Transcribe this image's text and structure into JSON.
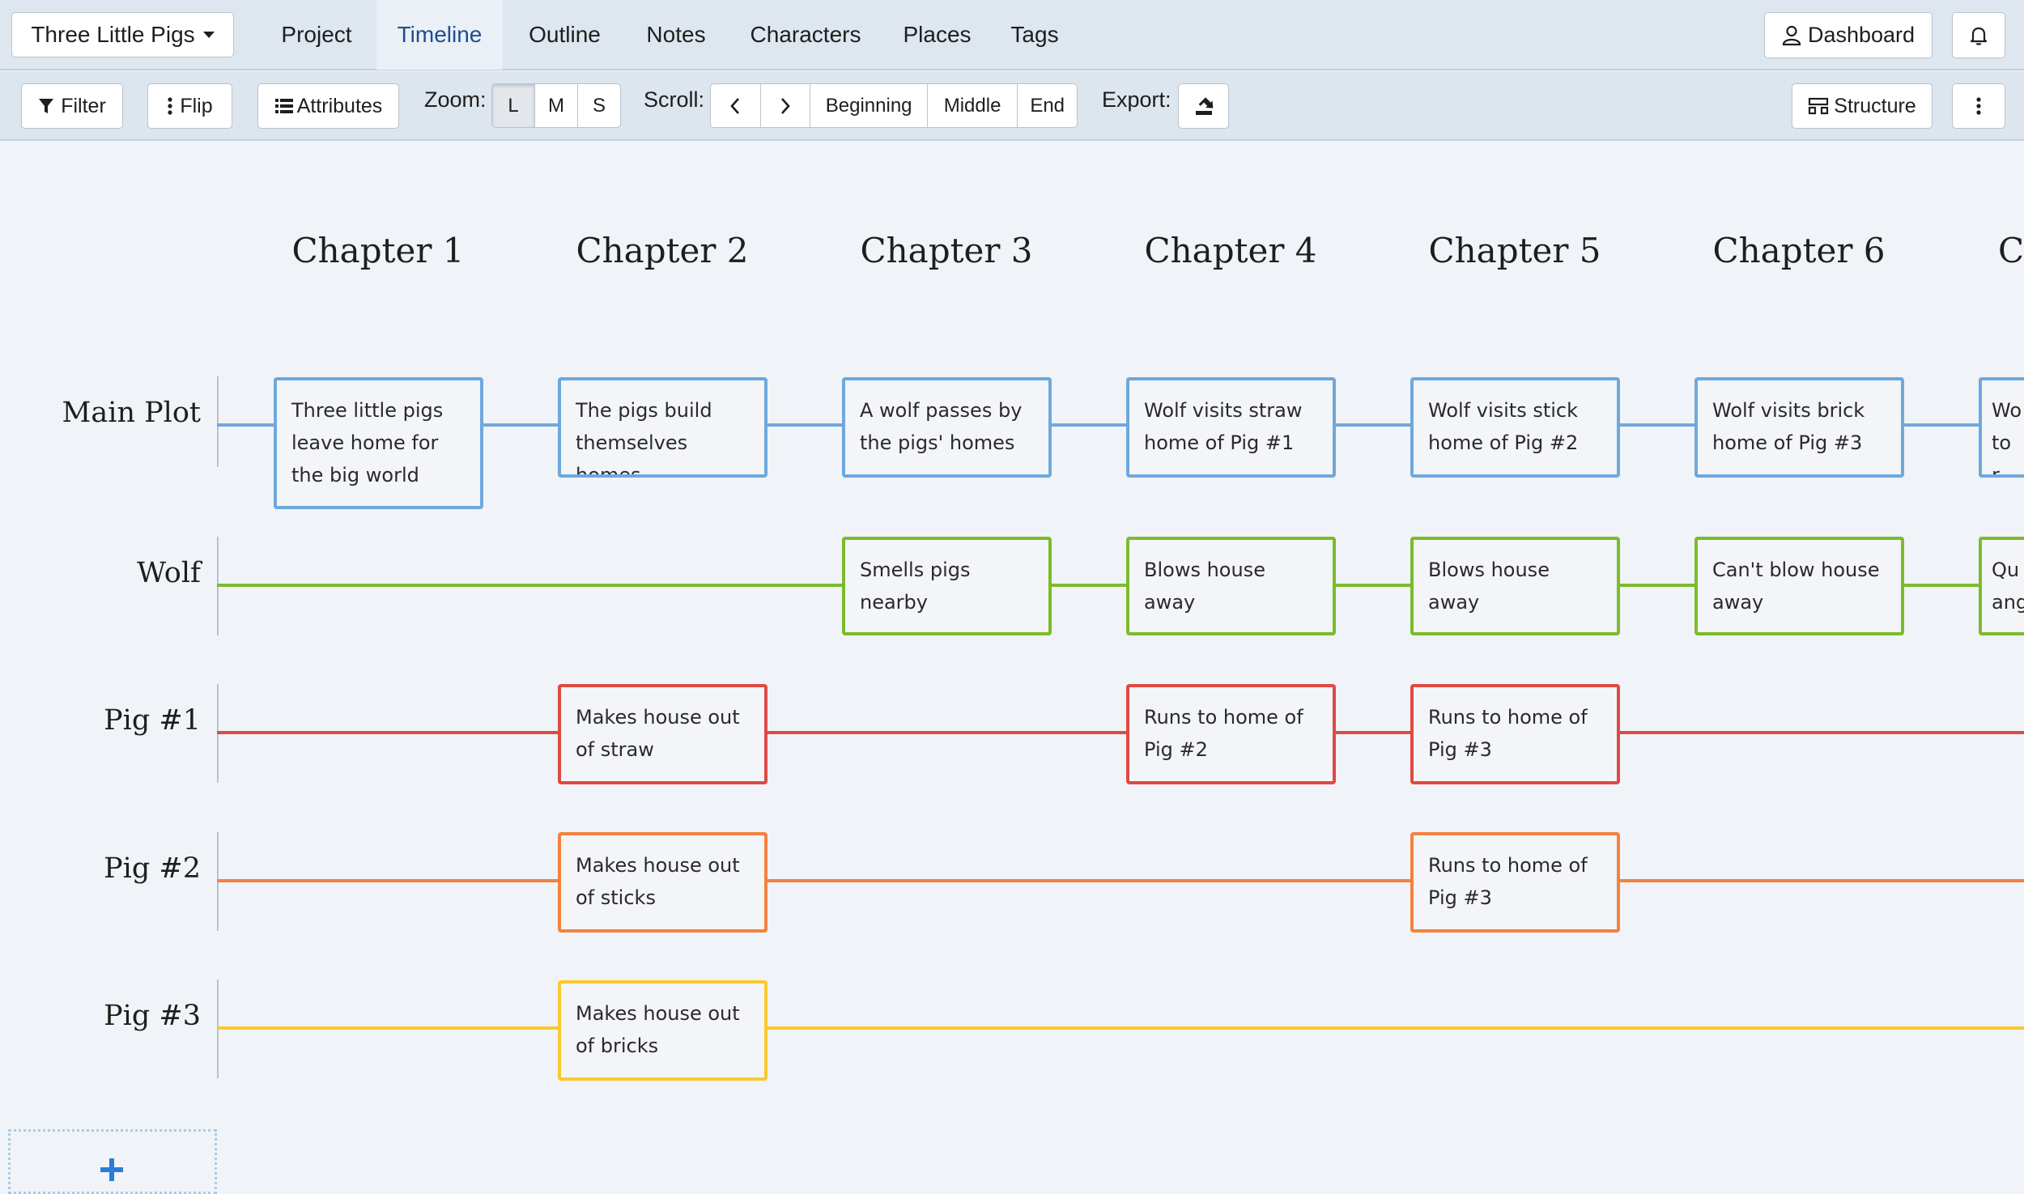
{
  "topnav": {
    "project_name": "Three Little Pigs",
    "tabs": [
      {
        "label": "Project"
      },
      {
        "label": "Timeline",
        "active": true
      },
      {
        "label": "Outline"
      },
      {
        "label": "Notes"
      },
      {
        "label": "Characters"
      },
      {
        "label": "Places"
      },
      {
        "label": "Tags"
      }
    ],
    "dashboard_label": "Dashboard",
    "icons": {
      "dashboard": "user-icon",
      "notifications": "bell-icon"
    }
  },
  "toolbar": {
    "filter_label": "Filter",
    "flip_label": "Flip",
    "attributes_label": "Attributes",
    "zoom_label": "Zoom:",
    "zoom_options": [
      "L",
      "M",
      "S"
    ],
    "zoom_selected": "L",
    "scroll_label": "Scroll:",
    "scroll_beginning": "Beginning",
    "scroll_middle": "Middle",
    "scroll_end": "End",
    "export_label": "Export:",
    "structure_label": "Structure",
    "icons": {
      "filter": "filter-icon",
      "flip": "vertical-dots-icon",
      "attributes": "list-icon",
      "scroll_prev": "chevron-left-icon",
      "scroll_next": "chevron-right-icon",
      "export": "export-icon",
      "structure": "structure-icon",
      "more": "more-icon"
    }
  },
  "timeline": {
    "chapters": [
      "Chapter 1",
      "Chapter 2",
      "Chapter 3",
      "Chapter 4",
      "Chapter 5",
      "Chapter 6",
      "C"
    ],
    "lanes": [
      {
        "name": "Main Plot",
        "color": "#6fa8dc",
        "cards": [
          {
            "text": "Three little pigs leave home for the big world"
          },
          {
            "text": "The pigs build themselves homes"
          },
          {
            "text": "A wolf passes by the pigs' homes"
          },
          {
            "text": "Wolf visits straw home of Pig #1"
          },
          {
            "text": "Wolf visits stick home of Pig #2"
          },
          {
            "text": "Wolf visits brick home of Pig #3"
          },
          {
            "text": "Wo to r"
          }
        ]
      },
      {
        "name": "Wolf",
        "color": "#7cbb2c",
        "cards": [
          {
            "text": "Smells pigs nearby"
          },
          {
            "text": "Blows house away"
          },
          {
            "text": "Blows house away"
          },
          {
            "text": "Can't blow house away"
          },
          {
            "text": "Qu ang"
          }
        ]
      },
      {
        "name": "Pig #1",
        "color": "#de4a44",
        "cards": [
          {
            "text": "Makes house out of straw"
          },
          {
            "text": "Runs to home of Pig #2"
          },
          {
            "text": "Runs to home of Pig #3"
          }
        ]
      },
      {
        "name": "Pig #2",
        "color": "#f5813e",
        "cards": [
          {
            "text": "Makes house out of sticks"
          },
          {
            "text": "Runs to home of Pig #3"
          }
        ]
      },
      {
        "name": "Pig #3",
        "color": "#fcc82c",
        "cards": [
          {
            "text": "Makes house out of bricks"
          }
        ]
      }
    ]
  },
  "add_lane": {
    "icon": "plus-icon",
    "color": "#2b7bd8"
  }
}
